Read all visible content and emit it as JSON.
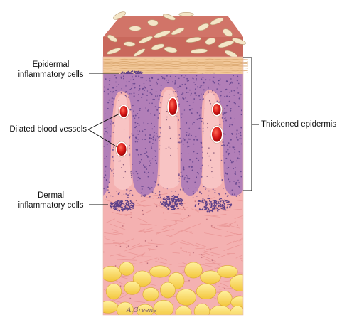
{
  "labels": {
    "epidermal_line1": "Epidermal",
    "epidermal_line2": "inflammatory cells",
    "dilated_vessels": "Dilated blood vessels",
    "dermal_line1": "Dermal",
    "dermal_line2": "inflammatory cells",
    "thickened_epidermis": "Thickened epidermis"
  },
  "signature": "A.Greene",
  "colors": {
    "background": "#ffffff",
    "scale_top": "#c9685c",
    "scale_flake": "#f4e6c8",
    "stratum_corneum": "#f2c89a",
    "epidermis": "#b27fb8",
    "papilla": "#f8c4c4",
    "dermis": "#f4b1b1",
    "blood_vessel": "#d41414",
    "fat": "#f8d45a",
    "cell_dot": "#5c3f88",
    "line": "#111111"
  }
}
